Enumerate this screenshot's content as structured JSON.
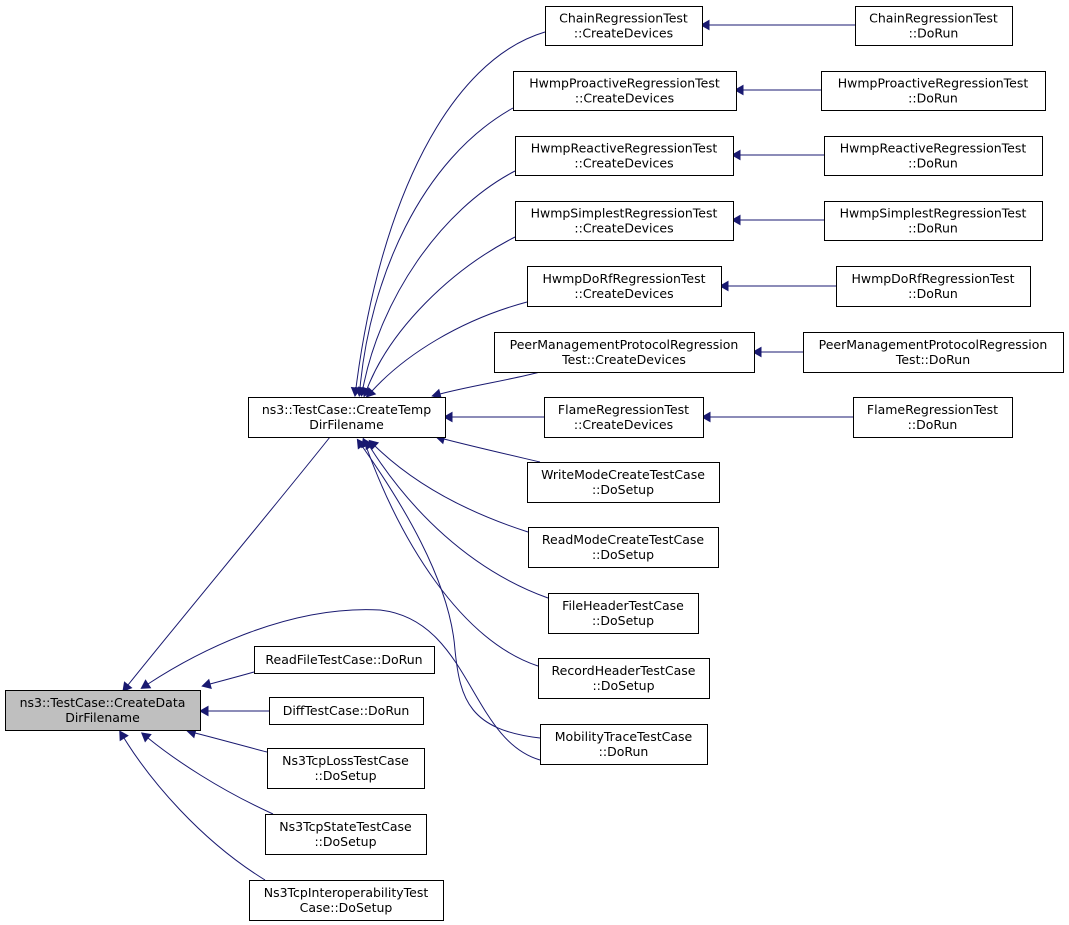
{
  "nodes": {
    "root": {
      "lines": [
        "ns3::TestCase::CreateData",
        "DirFilename"
      ],
      "highlight": true
    },
    "tmp": {
      "lines": [
        "ns3::TestCase::CreateTemp",
        "DirFilename"
      ]
    },
    "chainC": {
      "lines": [
        "ChainRegressionTest",
        "::CreateDevices"
      ]
    },
    "chainR": {
      "lines": [
        "ChainRegressionTest",
        "::DoRun"
      ]
    },
    "proC": {
      "lines": [
        "HwmpProactiveRegressionTest",
        "::CreateDevices"
      ]
    },
    "proR": {
      "lines": [
        "HwmpProactiveRegressionTest",
        "::DoRun"
      ]
    },
    "reaC": {
      "lines": [
        "HwmpReactiveRegressionTest",
        "::CreateDevices"
      ]
    },
    "reaR": {
      "lines": [
        "HwmpReactiveRegressionTest",
        "::DoRun"
      ]
    },
    "simC": {
      "lines": [
        "HwmpSimplestRegressionTest",
        "::CreateDevices"
      ]
    },
    "simR": {
      "lines": [
        "HwmpSimplestRegressionTest",
        "::DoRun"
      ]
    },
    "dorfC": {
      "lines": [
        "HwmpDoRfRegressionTest",
        "::CreateDevices"
      ]
    },
    "dorfR": {
      "lines": [
        "HwmpDoRfRegressionTest",
        "::DoRun"
      ]
    },
    "peerC": {
      "lines": [
        "PeerManagementProtocolRegression",
        "Test::CreateDevices"
      ]
    },
    "peerR": {
      "lines": [
        "PeerManagementProtocolRegression",
        "Test::DoRun"
      ]
    },
    "flameC": {
      "lines": [
        "FlameRegressionTest",
        "::CreateDevices"
      ]
    },
    "flameR": {
      "lines": [
        "FlameRegressionTest",
        "::DoRun"
      ]
    },
    "wmode": {
      "lines": [
        "WriteModeCreateTestCase",
        "::DoSetup"
      ]
    },
    "rmode": {
      "lines": [
        "ReadModeCreateTestCase",
        "::DoSetup"
      ]
    },
    "fhdr": {
      "lines": [
        "FileHeaderTestCase",
        "::DoSetup"
      ]
    },
    "rhdr": {
      "lines": [
        "RecordHeaderTestCase",
        "::DoSetup"
      ]
    },
    "mob": {
      "lines": [
        "MobilityTraceTestCase",
        "::DoRun"
      ]
    },
    "rfile": {
      "lines": [
        "ReadFileTestCase::DoRun"
      ]
    },
    "diff": {
      "lines": [
        "DiffTestCase::DoRun"
      ]
    },
    "loss": {
      "lines": [
        "Ns3TcpLossTestCase",
        "::DoSetup"
      ]
    },
    "state": {
      "lines": [
        "Ns3TcpStateTestCase",
        "::DoSetup"
      ]
    },
    "interop": {
      "lines": [
        "Ns3TcpInteroperabilityTest",
        "Case::DoSetup"
      ]
    }
  },
  "edges": [
    {
      "from": "chainR",
      "to": "chainC"
    },
    {
      "from": "proR",
      "to": "proC"
    },
    {
      "from": "reaR",
      "to": "reaC"
    },
    {
      "from": "simR",
      "to": "simC"
    },
    {
      "from": "dorfR",
      "to": "dorfC"
    },
    {
      "from": "peerR",
      "to": "peerC"
    },
    {
      "from": "flameR",
      "to": "flameC"
    },
    {
      "from": "chainC",
      "to": "tmp"
    },
    {
      "from": "proC",
      "to": "tmp"
    },
    {
      "from": "reaC",
      "to": "tmp"
    },
    {
      "from": "simC",
      "to": "tmp"
    },
    {
      "from": "dorfC",
      "to": "tmp"
    },
    {
      "from": "peerC",
      "to": "tmp"
    },
    {
      "from": "flameC",
      "to": "tmp"
    },
    {
      "from": "wmode",
      "to": "tmp"
    },
    {
      "from": "rmode",
      "to": "tmp"
    },
    {
      "from": "fhdr",
      "to": "tmp"
    },
    {
      "from": "rhdr",
      "to": "tmp"
    },
    {
      "from": "mob",
      "to": "tmp"
    },
    {
      "from": "tmp",
      "to": "root"
    },
    {
      "from": "mob",
      "to": "root"
    },
    {
      "from": "rfile",
      "to": "root"
    },
    {
      "from": "diff",
      "to": "root"
    },
    {
      "from": "loss",
      "to": "root"
    },
    {
      "from": "state",
      "to": "root"
    },
    {
      "from": "interop",
      "to": "root"
    }
  ],
  "colors": {
    "edge": "#191970",
    "root_fill": "#bfbfbf",
    "node_fill": "#ffffff",
    "border": "#000000"
  }
}
